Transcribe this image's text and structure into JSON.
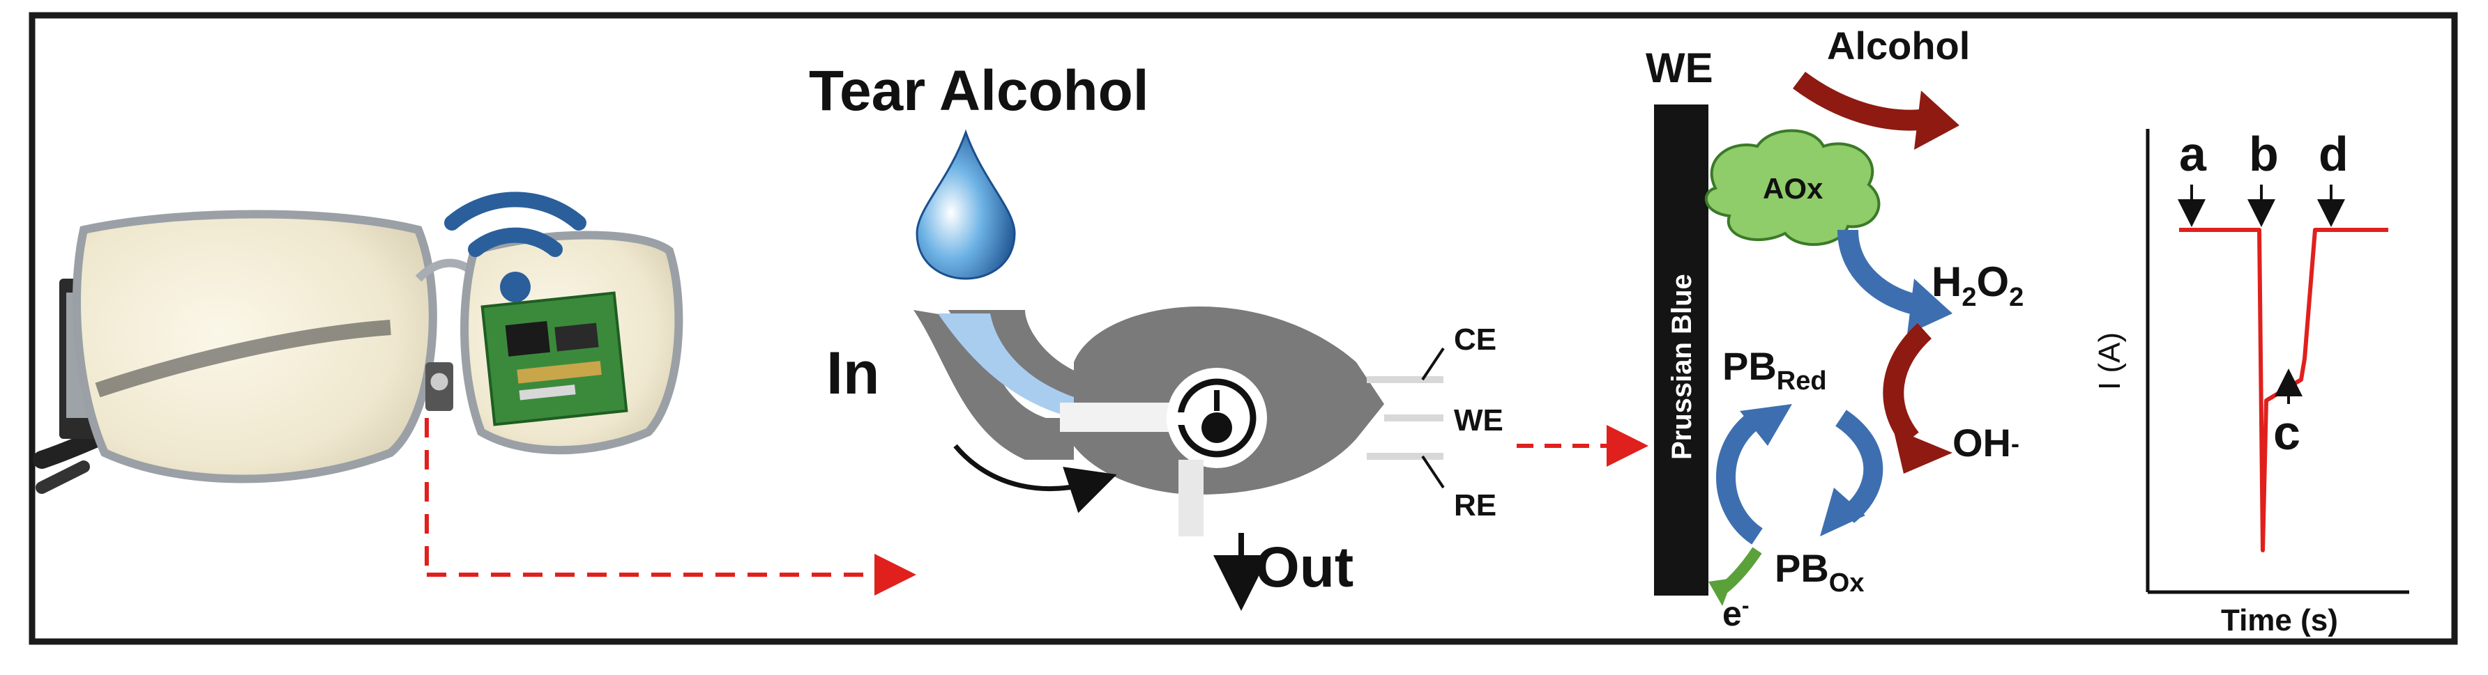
{
  "colors": {
    "frame": "#1a1a1a",
    "arrow_red": "#e0201d",
    "dark_red": "#8e1a12",
    "blue": "#3d6fb0",
    "green": "#8fcc6a",
    "electrode_gray": "#7a7a7a",
    "channel_blue": "#a9cdef"
  },
  "glasses": {
    "wifi_icon": "wifi-icon",
    "board_icon": "circuit-board-icon"
  },
  "sensor": {
    "title": "Tear Alcohol",
    "in_label": "In",
    "out_label": "Out",
    "electrodes": [
      "CE",
      "WE",
      "RE"
    ]
  },
  "mechanism": {
    "we_label": "WE",
    "electrode_text": "Prussian Blue",
    "enzyme": "AOx",
    "alcohol": "Alcohol",
    "h2o2": {
      "base": "H",
      "sub1": "2",
      "mid": "O",
      "sub2": "2"
    },
    "oh": {
      "base": "OH",
      "sup": "-"
    },
    "pb_red": {
      "base": "PB",
      "sub": "Red"
    },
    "pb_ox": {
      "base": "PB",
      "sub": "Ox"
    },
    "electron": {
      "base": "e",
      "sup": "-"
    }
  },
  "plot": {
    "ylabel": "I (A)",
    "xlabel": "Time (s)",
    "markers": [
      "a",
      "b",
      "d",
      "c"
    ]
  }
}
